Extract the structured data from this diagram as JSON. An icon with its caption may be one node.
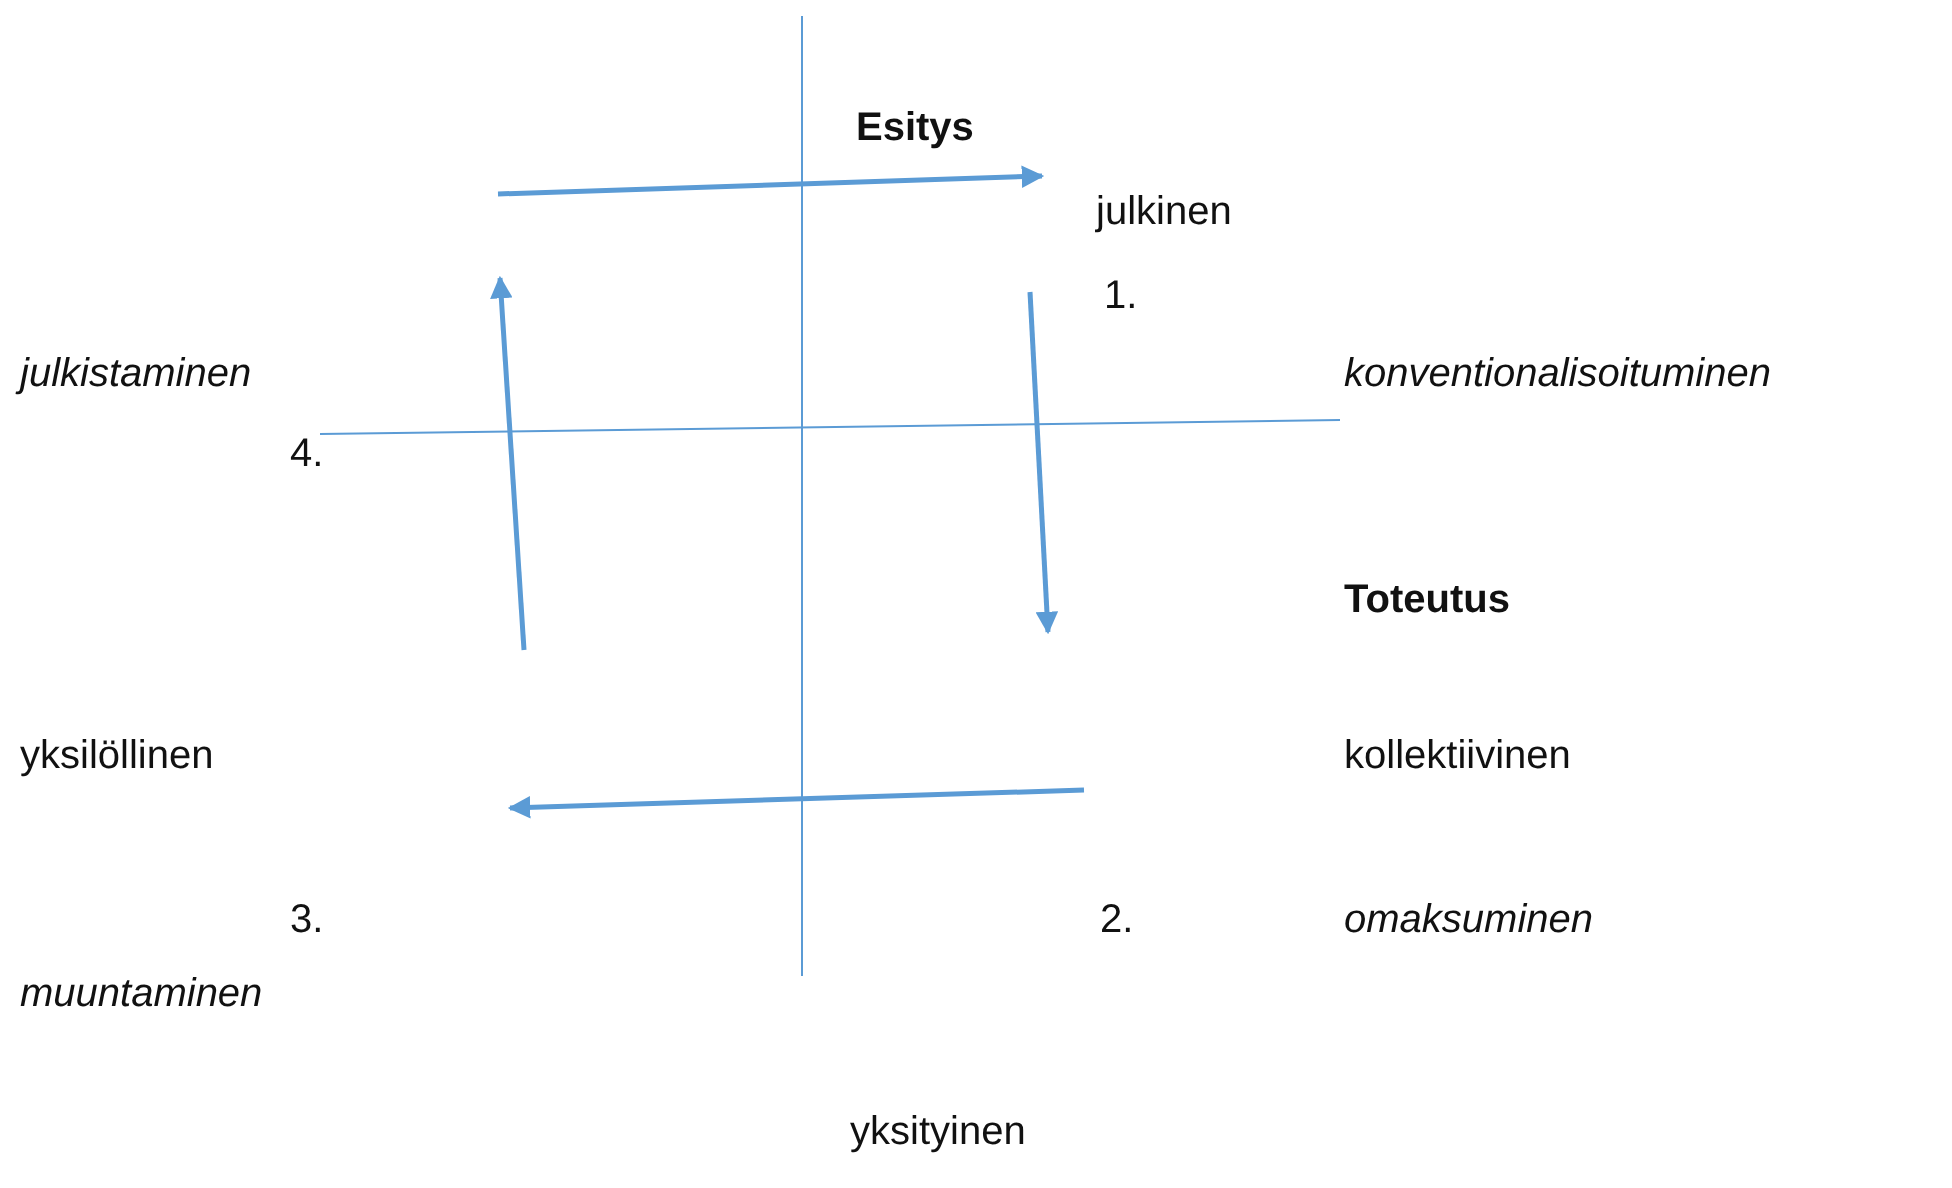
{
  "diagram": {
    "labels": [
      "Esitys",
      "julkinen",
      "1.",
      "julkistaminen",
      "konventionalisoituminen",
      "4.",
      "Toteutus",
      "yksilöllinen",
      "kollektiivinen",
      "3.",
      "2.",
      "omaksuminen",
      "muuntaminen",
      "yksityinen"
    ]
  }
}
